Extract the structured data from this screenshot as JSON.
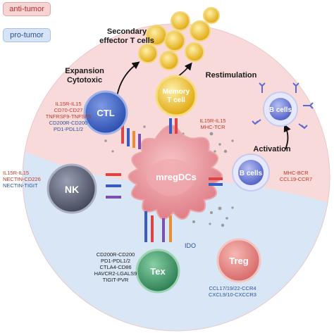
{
  "legend": {
    "anti_tumor": "anti-tumor",
    "pro_tumor": "pro-tumor"
  },
  "labels": {
    "secondary_line1": "Secondary",
    "secondary_line2": "effector T cells",
    "expansion": "Expansion",
    "cytotoxic": "Cytotoxic",
    "restimulation": "Restimulation",
    "activation": "Activation",
    "ido": "IDO"
  },
  "cells": {
    "ctl": "CTL",
    "memory_line1": "Memory",
    "memory_line2": "T cell",
    "b_cells_top": "B cells",
    "b_cells_mid": "B cells",
    "nk": "NK",
    "center": "mregDCs",
    "tex": "Tex",
    "treg": "Treg"
  },
  "interactions": {
    "ctl": [
      {
        "text": "IL15R-IL15",
        "type": "anti"
      },
      {
        "text": "CD70-CD27",
        "type": "anti"
      },
      {
        "text": "TNFRSF9-TNFSF9",
        "type": "anti"
      },
      {
        "text": "CD200R-CD200",
        "type": "pro"
      },
      {
        "text": "PD1-PDL1/2",
        "type": "pro"
      }
    ],
    "memory": [
      {
        "text": "IL15R-IL15",
        "type": "anti"
      },
      {
        "text": "MHC-TCR",
        "type": "anti"
      }
    ],
    "nk": [
      {
        "text": "IL15R-IL15",
        "type": "anti"
      },
      {
        "text": "NECTIN-CD226",
        "type": "anti"
      },
      {
        "text": "NECTIN-TIGIT",
        "type": "pro"
      }
    ],
    "bcell": [
      {
        "text": "MHC-BCR",
        "type": "anti"
      },
      {
        "text": "CCL19-CCR7",
        "type": "anti"
      }
    ],
    "tex": [
      {
        "text": "CD200R-CD200",
        "type": "dark"
      },
      {
        "text": "PD1-PDL1/2",
        "type": "dark"
      },
      {
        "text": "CTLA4-CD86",
        "type": "dark"
      },
      {
        "text": "HAVCR2-LGALS9",
        "type": "dark"
      },
      {
        "text": "TIGIT-PVR",
        "type": "dark"
      }
    ],
    "treg": [
      {
        "text": "CCL17/19/22-CCR4",
        "type": "pro"
      },
      {
        "text": "CXCL9/10-CXCCR3",
        "type": "pro"
      }
    ]
  },
  "colors": {
    "anti_bg": "#f9dada",
    "pro_bg": "#d9e6f5",
    "ctl": "#3f63c8",
    "memory": "#e8b81c",
    "bcell": "#6f7ed6",
    "nk": "#5b6176",
    "center": "#e8939a",
    "tex": "#3e9a6a",
    "treg": "#e07b7b"
  }
}
